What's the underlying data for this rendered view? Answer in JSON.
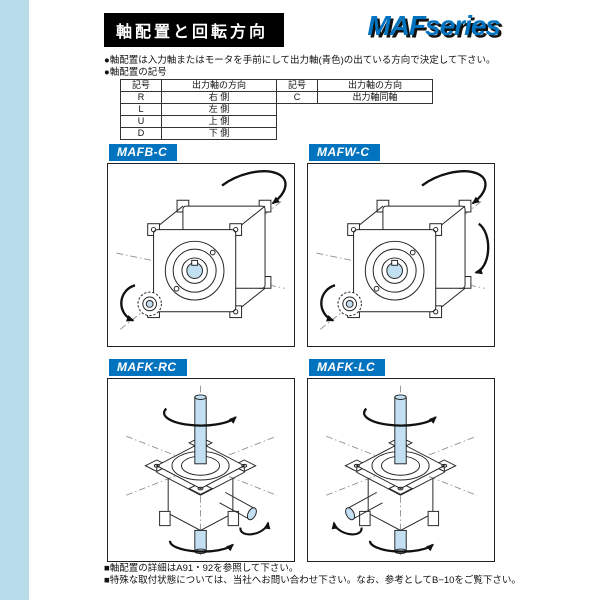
{
  "colors": {
    "accent_blue": "#0173bf",
    "shaft_blue": "#c2e0f2",
    "edge_band_blue": "#b9dceb",
    "header_bar": "#000000"
  },
  "header": {
    "title": "軸配置と回転方向",
    "brand": "MAFseries"
  },
  "intro": {
    "line1": "●軸配置は入力軸またはモータを手前にして出力軸(青色)の出ている方向で決定して下さい。",
    "line2": "●軸配置の記号"
  },
  "table": {
    "sym_header": "記号",
    "dir_header": "出力軸の方向",
    "left_rows": [
      [
        "R",
        "右 側"
      ],
      [
        "L",
        "左 側"
      ],
      [
        "U",
        "上 側"
      ],
      [
        "D",
        "下 側"
      ]
    ],
    "right_rows": [
      [
        "C",
        "出力軸同軸"
      ]
    ]
  },
  "panels": [
    {
      "label": "MAFB-C"
    },
    {
      "label": "MAFW-C"
    },
    {
      "label": "MAFK-RC"
    },
    {
      "label": "MAFK-LC"
    }
  ],
  "footer": {
    "line1": "■軸配置の詳細はA91・92を参照して下さい。",
    "line2": "■特殊な取付状態については、当社へお問い合わせ下さい。なお、参考としてB−10をご覧下さい。"
  }
}
